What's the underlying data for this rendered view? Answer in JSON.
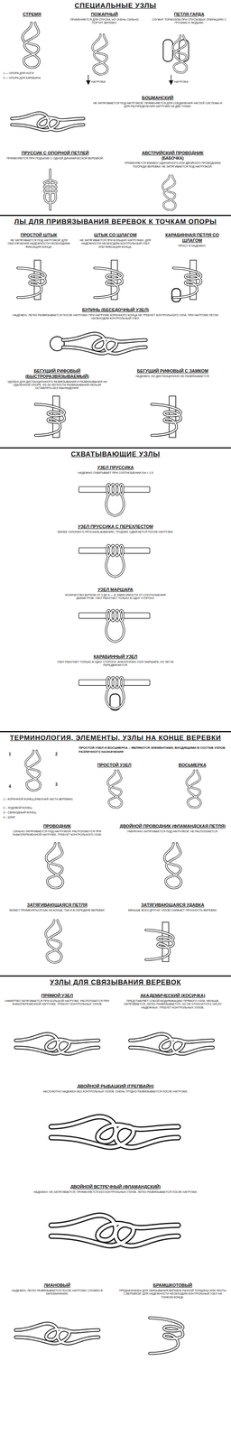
{
  "diagram": {
    "nodes": [
      {
        "text": [
          "СПЕЦИАЛЬНЫЕ УЗЛЫ"
        ]
      },
      {
        "text": [
          "СТРЕМЯ"
        ],
        "in": 0
      },
      {
        "text": [
          "ПОЖАРНЫЙ",
          "ПРИМЕНЯЕТСЯ ДЛЯ СПУСКА, НО ОЧЕНЬ СИЛЬНО ПОРТИТ ВЕРЕВКУ."
        ],
        "in": 0
      },
      {
        "text": [
          "ПЕТЛЯ ГАРДА",
          "СЛУЖИТ ТОРМОЗОМ ПРИ СПУСКОВЫХ ОПЕРАЦИЯХ С ГРУЗАМИ И ЛЮДЬМИ."
        ],
        "in": 0
      },
      {
        "text": [
          "БОЦМАНСКИЙ",
          "НЕ ЗАТЯГИВАЕТСЯ ПОД НАГРУЗКОЙ. ПРИМЕНЯЕТСЯ ДЛЯ СОЕДИНЕНИЯ ЧАСТЕЙ СИСТЕМЫ И ДЛЯ РАСПРЕДЕЛЕНИЯ НАГРУЗКИ НА ДВЕ ТОЧКИ."
        ],
        "in": 0
      },
      {
        "text": [
          "ПРУССИК С ОПОРНОЙ ПЕТЛЕЙ",
          "ПРИМЕНЯЕТСЯ ПРИ ПОДЪЕМЕ С ОДНОЙ ДИНАМИЧЕСКОЙ ВЕРЕВКОЙ."
        ],
        "in": 0
      },
      {
        "text": [
          "АВСТРИЙСКИЙ ПРОВОДНИК",
          "(БАБОЧКА)",
          "ПРИМЕНЯЕТСЯ ВЗАМЕН ОДИНАРНОГО ИЛИ ДВОЙНОГО ПРОВОДНИКА ПОСРЕДИ ВЕРЕВКИ. НЕ ЗАТЯГИВАЕТСЯ ПОД НАГРУЗКОЙ."
        ],
        "in": 0
      },
      {
        "text": [
          "ЛЫ ДЛЯ ПРИВЯЗЫВАНИЯ ВЕРЕВОК К ТОЧКАМ ОПОРЫ"
        ]
      },
      {
        "text": [
          "ПРОСТОЙ ШТЫК",
          "НЕ ЗАТЯГИВАЕТСЯ ПОД НАГРУЗКОЙ. ДЛЯ ОБЕСПЕЧЕНИЯ НАДЕЖНОСТИ НЕОБХОДИМА ФИКСАЦИЯ КОНЦА."
        ],
        "in": 7
      },
      {
        "text": [
          "ШТЫК СО ШЛАГОМ",
          "НЕ ЗАТЯГИВАЕТСЯ ПРИ БОЛЬШИХ НАГРУЗКАХ. ДЛЯ НАДЕЖНОСТИ НЕОБХОДИМ КОНТРОЛЬНЫЙ УЗЕЛ ИЛИ ФИКСАЦИЯ КОНЦА."
        ],
        "in": 7
      },
      {
        "text": [
          "КАРАБИННАЯ ПЕТЛЯ СО ШЛАГОМ",
          "ПРОСТ И НАДЕЖЕН."
        ],
        "in": 7
      },
      {
        "text": [
          "БУЛИНЬ (БЕСЕДОЧНЫЙ УЗЕЛ)",
          "НАДЕЖЕН, ЛЕГКО РАЗВЯЗЫВАЕТСЯ ПОСЛЕ НАГРУЗКИ. ПРИ НАГРУЗКЕ КОРЕННОГО КОНЦА НЕ ТРЕБУЕТ КОНТРОЛЬНОГО УЗЛА. ПРИ НАГРУЗКЕ ПЕТЛИ НЕОБХОДИМ КОНТРОЛЬНЫЙ УЗЕЛ."
        ],
        "in": 7
      },
      {
        "text": [
          "БЕГУЩИЙ РИФОВЫЙ (БЫСТРОРАЗВЯЗЫВАЕМЫЙ)",
          "УДОБЕН ДЛЯ ДИСТАНЦИОННОГО РАЗВЯЗЫВАНИЯ И РАЗВЯЗЫВАНИЯ НА УДАЛЕННОЙ ОПОРЕ. ИЗ-ЗА ЛЕГКОСТИ РАЗВЯЗЫВАНИЯ НЕЛЬЗЯ ОСТАВЛЯТЬ БЕЗ НАБЛЮДЕНИЯ."
        ],
        "in": 7
      },
      {
        "text": [
          "БЕГУЩИЙ РИФОВЫЙ С ЗАМКОМ",
          "НАДЕЖЕН, НО ДИСТАНЦИОННО НЕ РАЗВЯЗЫВАЕТСЯ."
        ],
        "in": 7
      },
      {
        "text": [
          "СХВАТЫВАЮЩИЕ УЗЛЫ"
        ]
      },
      {
        "text": [
          "УЗЕЛ ПРУССИКА",
          "НАДЕЖНО СХВАТЫВАЕТ ПРИ СООТНОШЕНИИ D/d > 1,5"
        ],
        "in": 14
      },
      {
        "text": [
          "УЗЕЛ ПРУССИКА С ПЕРЕХЛЕСТОМ",
          "МЕНЕЕ СКЛОНЕН К ПРОСКАЛЬЗЫВАНИЮ, ТРУДНЕЕ СДВИГАЕТСЯ ПОСЛЕ НАГРУЗКИ."
        ],
        "in": 14
      },
      {
        "text": [
          "УЗЕЛ МАРШАРА",
          "КОЛИЧЕСТВО ВИТКОВ ОТ 3 ДО 6 — В ЗАВИСИМОСТИ ОТ СООТНОШЕНИЯ ДИАМЕТРОВ. УЗЕЛ РАБОТАЕТ ТОЛЬКО В ОДНУ СТОРОНУ."
        ],
        "in": 14
      },
      {
        "text": [
          "КАРАБИННЫЙ УЗЕЛ",
          "УЗЕЛ РАБОТАЕТ ТОЛЬКО В ОДНУ СТОРОНУ. АНАЛОГИЧЕН УЗЛУ МАРШАРА, НО ЛЕГЧЕ ПЕРЕДВИГАЕТСЯ."
        ],
        "in": 14
      },
      {
        "text": [
          "ТЕРМИНОЛОГИЯ, ЭЛЕМЕНТЫ, УЗЛЫ НА КОНЦЕ ВЕРЕВКИ"
        ]
      },
      {
        "text": [
          "ПРОСТОЙ УЗЕЛ"
        ],
        "in": 19
      },
      {
        "text": [
          "ВОСЬМЕРКА"
        ],
        "in": 19
      },
      {
        "text": [
          "ПРОВОДНИК",
          "СИЛЬНО ЗАТЯГИВАЕТСЯ ПОД НАГРУЗКОЙ. РАСПОЛЗАЕТСЯ ПРИ ЗНАКОПЕРЕМЕННОЙ НАГРУЗКЕ, ТРЕБУЕТ КОНТРОЛЬНОГО УЗЛА."
        ],
        "in": 19
      },
      {
        "text": [
          "ДВОЙНОЙ ПРОВОДНИК (ФЛАМАНДСКАЯ ПЕТЛЯ)",
          "УМЕРЕННО ЗАТЯГИВАЕТСЯ ПОД НАГРУЗКОЙ, НЕ РАСПОЛЗАЕТСЯ."
        ],
        "in": 19
      },
      {
        "text": [
          "ЗАТЯГИВАЮЩАЯСЯ ПЕТЛЯ",
          "МОЖЕТ ПРИМЕНЯТЬСЯ КАК НА КОНЦЕ, ТАК И В СЕРЕДИНЕ ВЕРЕВКИ."
        ],
        "in": 19
      },
      {
        "text": [
          "ЗАТЯГИВАЮЩАЯСЯ УДАВКА",
          "МЕНЬШЕ ВСЕХ ДРУГИХ УЗЛОВ СНИЖАЕТ ПРОЧНОСТЬ ВЕРЕВКИ."
        ],
        "in": 19
      },
      {
        "text": [
          "УЗЛЫ ДЛЯ СВЯЗЫВАНИЯ ВЕРЕВОК"
        ]
      },
      {
        "text": [
          "ПРЯМОЙ УЗЕЛ",
          "НАМЕРТВО ЗАТЯГИВАЕТСЯ ПРИ БОЛЬШОЙ НАГРУЗКЕ. РАСПОЛЗАЕТСЯ ПРИ ЗНАКОПЕРЕМЕННОЙ НАГРУЗКЕ. ТРЕБУЕТ КОНТРОЛЬНЫХ УЗЛОВ."
        ],
        "in": 26
      },
      {
        "text": [
          "АКАДЕМИЧЕСКИЙ (КОСИЧКА)",
          "ПРЕДСТАВЛЯЕТ СОБОЙ МОДИФИКАЦИЮ ПРЯМОГО УЗЛА. МЕНЬШЕ ЗАТЯГИВАЕТСЯ, ЛЕГКО РАЗВЯЗЫВАЕТСЯ, НО НЕ ОТНОСИТСЯ К ЧИСЛУ НАДЕЖНЫХ. ТРЕБУЕТ КОНТРОЛЬНЫХ УЗЛОВ."
        ],
        "in": 26
      },
      {
        "text": [
          "ДВОЙНОЙ РЫБАЦКИЙ (ГРЕПВАЙН)",
          "АБСОЛЮТНО НАДЕЖЕН БЕЗ КОНТРОЛЬНЫХ УЗЛОВ. ОЧЕНЬ ТРУДНО РАЗВЯЗЫВАЕТСЯ ПОСЛЕ НАГРУЗКИ."
        ],
        "in": 26
      },
      {
        "text": [
          "ДВОЙНОЙ ВСТРЕЧНЫЙ (ФЛАМАНДСКИЙ)",
          "НАДЕЖЕН. НЕ ЗАТЯГИВАЕТСЯ. ПРИМЕНЯЕТСЯ БЕЗ КОНТРОЛЬНЫХ УЗЛОВ. ЛЕГКО РАЗВЯЗЫВАЕТСЯ ПОСЛЕ НАГРУЗКИ."
        ],
        "in": 26
      },
      {
        "text": [
          "ЛИАНОВЫЙ",
          "НАДЕЖЕН, ЛЕГКО РАЗВЯЗЫВАЕТСЯ ПОСЛЕ НАГРУЗКИ, СЛОЖЕН В ЗАПОМИНАНИИ."
        ],
        "in": 26
      },
      {
        "text": [
          "БРАМШКОТОВЫЙ",
          "ПРЕДНАЗНАЧЕН ДЛЯ СВЯЗЫВАНИЯ ВЕРЕВОК РАЗНОЙ ТОЛЩИНЫ ИЛИ ЛЕНТЫ С ВЕРЕВКОЙ. ДЛЯ НАДЕЖНОСТИ НЕОБХОДИМ КОНТРОЛЬНЫЙ УЗЕЛ НА ТОНКОМ КОНЦЕ."
        ],
        "in": 26
      }
    ],
    "labels": [
      "1 — ОПОРА ДЛЯ НОГИ",
      "2 — ОПОРА ДЛЯ КАРАБИНА",
      "НАГРУЗКА",
      "НАГРУЗКА",
      "1",
      "2",
      "3",
      "4",
      "1 – КОРЕННОЙ КОНЕЦ (РАБОЧАЯ ЧАСТЬ ВЕРЕВКИ)",
      "2 – ХОДОВОЙ КОНЕЦ",
      "3 – СВОБОДНЫЙ КОНЕЦ",
      "4 – ШЛАГ",
      "ПРОСТОЙ УЗЕЛ И ВОСЬМЕРКА – ЯВЛЯЮТСЯ ЭЛЕМЕНТАМИ, ВХОДЯЩИМИ В СОСТАВ УЗЛОВ РАЗЛИЧНОГО НАЗНАЧЕНИЯ"
    ]
  }
}
